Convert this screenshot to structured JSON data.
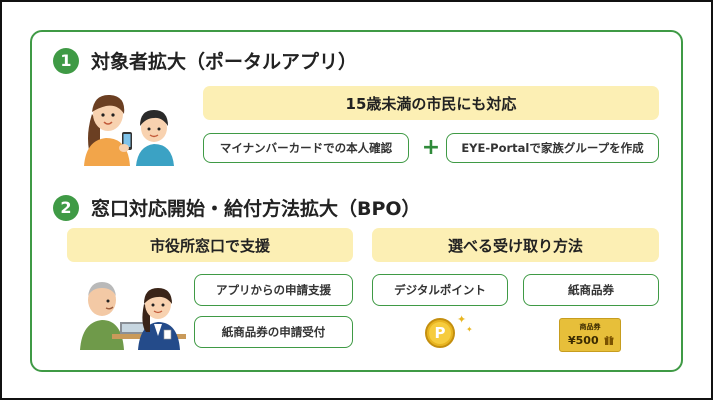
{
  "section1": {
    "number": "1",
    "title": "対象者拡大（ポータルアプリ）",
    "banner": "15歳未満の市民にも対応",
    "items": [
      {
        "label": "マイナンバーカードでの本人確認"
      },
      {
        "label": "EYE-Portalで家族グループを作成"
      }
    ],
    "plus": "+"
  },
  "section2": {
    "number": "2",
    "title": "窓口対応開始・給付方法拡大（BPO）",
    "left": {
      "banner": "市役所窓口で支援",
      "items": [
        {
          "label": "アプリからの申請支援"
        },
        {
          "label": "紙商品券の申請受付"
        }
      ]
    },
    "right": {
      "banner": "選べる受け取り方法",
      "items": [
        {
          "label": "デジタルポイント",
          "icon": "point-coin-icon",
          "icon_text": "P"
        },
        {
          "label": "紙商品券",
          "icon": "gift-voucher-icon",
          "voucher_label": "商品券",
          "voucher_amount": "¥500"
        }
      ]
    }
  },
  "colors": {
    "accent": "#3f9a45",
    "banner_bg": "#fcefb4",
    "coin": "#e8b521"
  }
}
